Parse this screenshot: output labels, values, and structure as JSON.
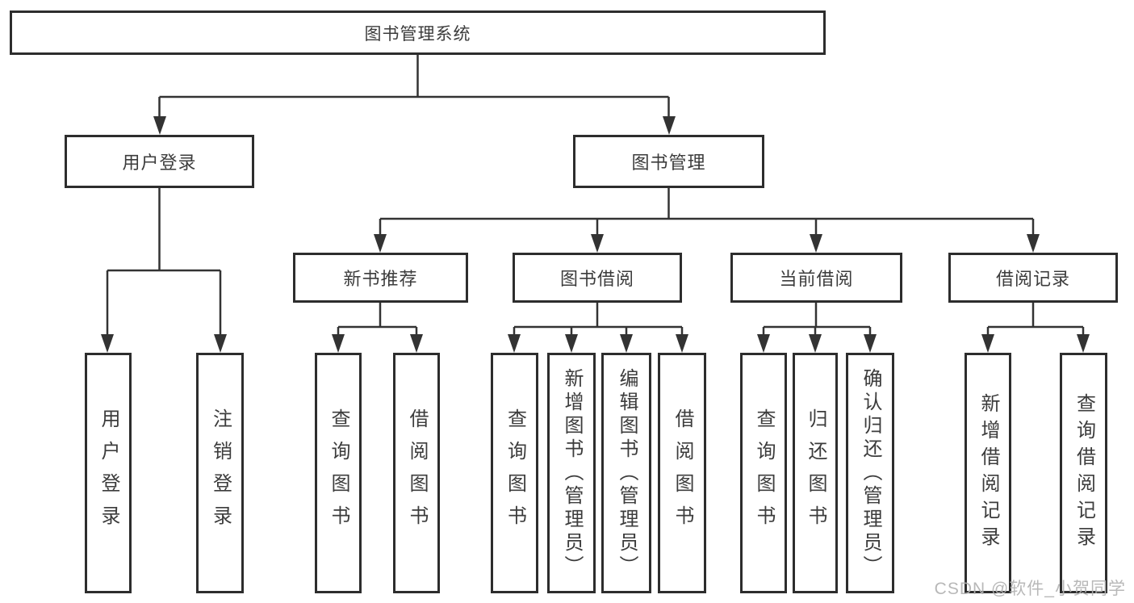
{
  "colors": {
    "line": "#333333",
    "box_border": "#2d2d2d",
    "text": "#3c3c3c",
    "watermark": "#b2b2b2",
    "background": "#ffffff"
  },
  "tree": {
    "root": "图书管理系统",
    "branches": [
      {
        "label": "用户登录",
        "children": [
          "用户登录",
          "注销登录"
        ]
      },
      {
        "label": "图书管理",
        "groups": [
          {
            "label": "新书推荐",
            "children": [
              "查询图书",
              "借阅图书"
            ]
          },
          {
            "label": "图书借阅",
            "children": [
              "查询图书",
              "新增图书（管理员）",
              "编辑图书（管理员）",
              "借阅图书"
            ]
          },
          {
            "label": "当前借阅",
            "children": [
              "查询图书",
              "归还图书",
              "确认归还（管理员）"
            ]
          },
          {
            "label": "借阅记录",
            "children": [
              "新增借阅记录",
              "查询借阅记录"
            ]
          }
        ]
      }
    ]
  },
  "watermark": "CSDN @软件_小贺同学"
}
